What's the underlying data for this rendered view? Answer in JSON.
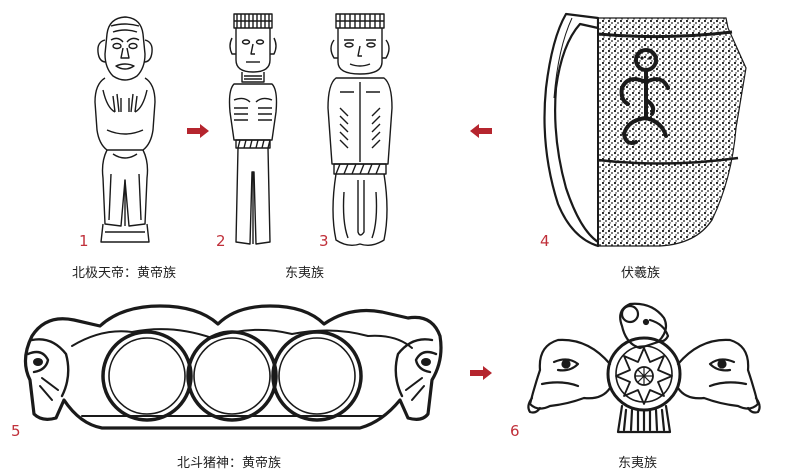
{
  "figures": [
    {
      "id": "fig1",
      "number": "1",
      "icon": "standing-figure-carving"
    },
    {
      "id": "fig2",
      "number": "2",
      "icon": "standing-figure-carving-crowned"
    },
    {
      "id": "fig3",
      "number": "3",
      "icon": "standing-figure-carving-crowned"
    },
    {
      "id": "fig4",
      "number": "4",
      "icon": "pottery-vessel-with-figure"
    },
    {
      "id": "fig5",
      "number": "5",
      "icon": "triple-ring-pig-headed-artifact"
    },
    {
      "id": "fig6",
      "number": "6",
      "icon": "eagle-pig-octagram-pendant"
    }
  ],
  "captions": {
    "group1": "北极天帝：黄帝族",
    "group2": "东夷族",
    "group3": "伏羲族",
    "group4": "北斗猪神：黄帝族",
    "group5": "东夷族"
  },
  "colors": {
    "number": "#c0303a",
    "arrow": "#b5252e",
    "ink": "#1a1a1a"
  }
}
